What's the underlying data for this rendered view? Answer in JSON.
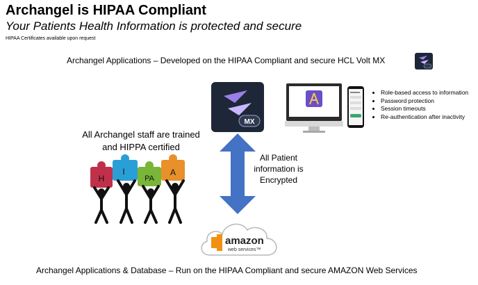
{
  "header": {
    "title": "Archangel is HIPAA Compliant",
    "subtitle": "Your Patients Health Information is protected and secure",
    "note": "HIPAA Certificates available upon request"
  },
  "top_line": "Archangel Applications – Developed on the HIPAA Compliant and secure HCL Volt MX",
  "volt_logo": {
    "badge": "MX"
  },
  "features": [
    "Role-based access to information",
    "Password protection",
    "Session timeouts",
    "Re-authentication after inactivity"
  ],
  "staff_text": "All Archangel staff are trained and HIPPA certified",
  "puzzle": {
    "pieces": [
      "H",
      "I",
      "PA",
      "A"
    ],
    "colors": [
      "#c0304a",
      "#2a9fd6",
      "#7ab539",
      "#e8902a"
    ]
  },
  "encryption_text": "All Patient information is Encrypted",
  "aws_logo": {
    "word": "amazon",
    "sub": "web services™"
  },
  "bottom_line": "Archangel Applications & Database – Run on the HIPAA Compliant and secure AMAZON Web Services",
  "colors": {
    "arrow": "#4472c4",
    "aws_orange": "#f29111",
    "volt_bg": "#1e2738",
    "volt_accent": "#9b7fe8"
  }
}
